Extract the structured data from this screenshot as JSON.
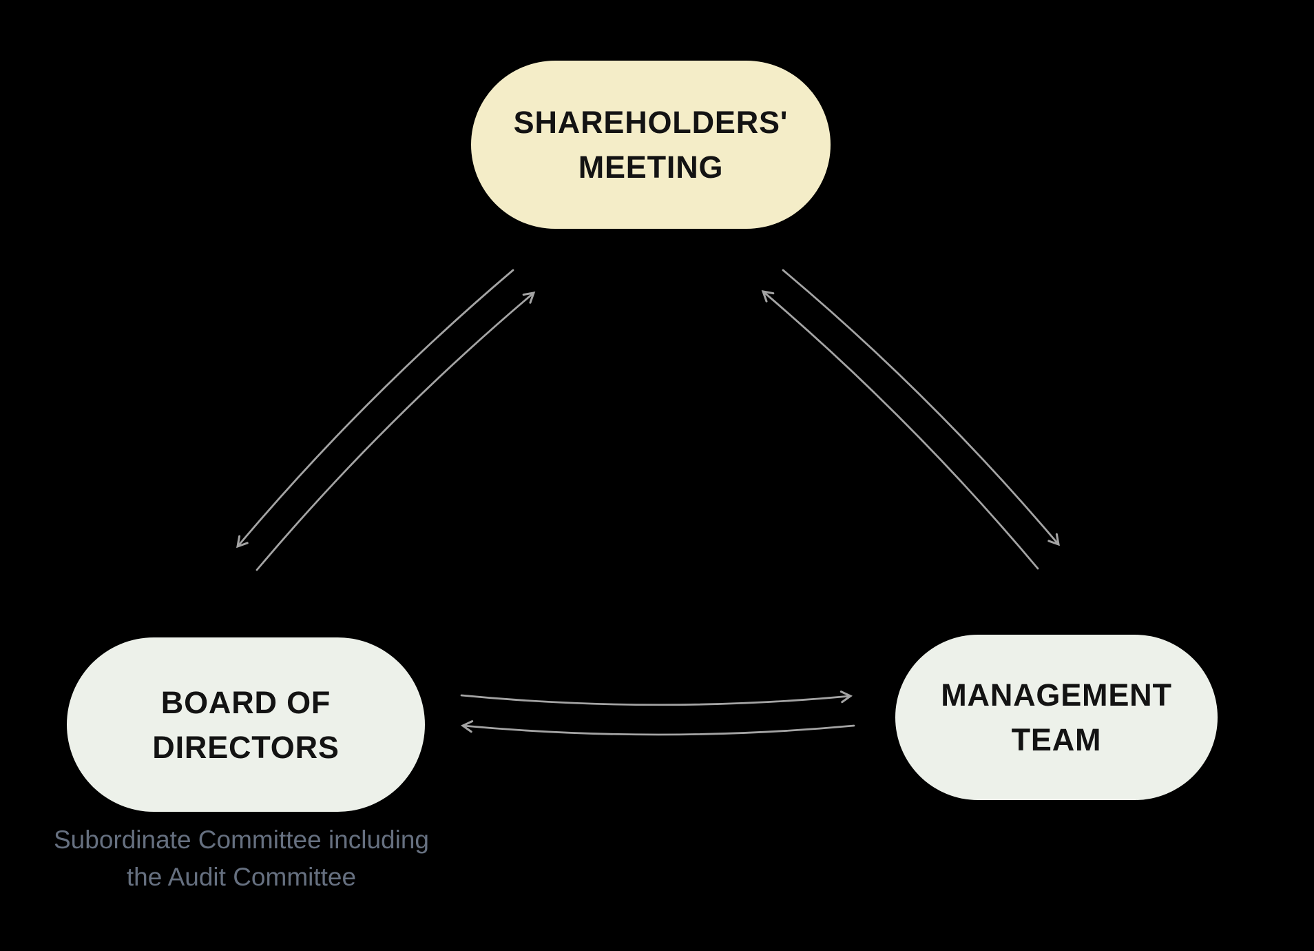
{
  "colors": {
    "background": "#000000",
    "arrow": "#a4a4a4",
    "node_text": "#131313",
    "caption_text": "#667080",
    "top_node_fill": "#f4edc8",
    "bottom_node_fill": "#edf1ea"
  },
  "diagram": {
    "nodes": {
      "shareholders_meeting": {
        "line1": "SHAREHOLDERS'",
        "line2": "MEETING"
      },
      "board_of_directors": {
        "line1": "BOARD OF",
        "line2": "DIRECTORS"
      },
      "management_team": {
        "line1": "MANAGEMENT",
        "line2": "TEAM"
      }
    },
    "caption": {
      "line1": "Subordinate Committee including",
      "line2": "the Audit Committee"
    },
    "edges": [
      {
        "name": "meeting-to-board"
      },
      {
        "name": "board-to-meeting"
      },
      {
        "name": "meeting-to-management"
      },
      {
        "name": "management-to-meeting"
      },
      {
        "name": "board-to-management"
      },
      {
        "name": "management-to-board"
      }
    ]
  }
}
